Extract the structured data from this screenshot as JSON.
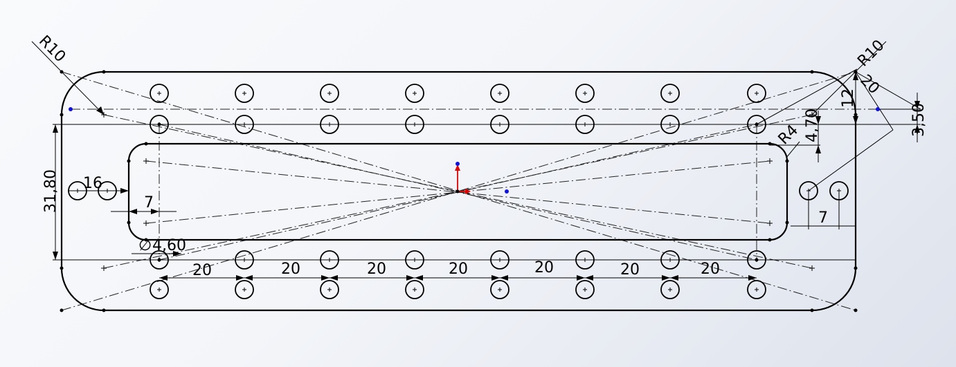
{
  "sketch": {
    "dimensions": {
      "radius_outer_left": "R10",
      "radius_outer_right": "R10",
      "radius_slot": "R4",
      "overall_height": "31,80",
      "hole_offset_left": "16",
      "slot_offset_left": "7",
      "slot_offset_right": "7",
      "hole_diameter": "4,60",
      "hole_spacing": "20",
      "edge_offset": "12",
      "corner_offset": "20",
      "top_gap": "3,50",
      "slot_top_gap": "4,70"
    },
    "diameter_symbol": "∅",
    "hole_pitch_labels": [
      "20",
      "20",
      "20",
      "20",
      "20",
      "20",
      "20"
    ],
    "colors": {
      "sketch_line": "#000000",
      "sketch_point": "#1010e0",
      "origin_x": "#e00000",
      "origin_y": "#e00000"
    }
  }
}
